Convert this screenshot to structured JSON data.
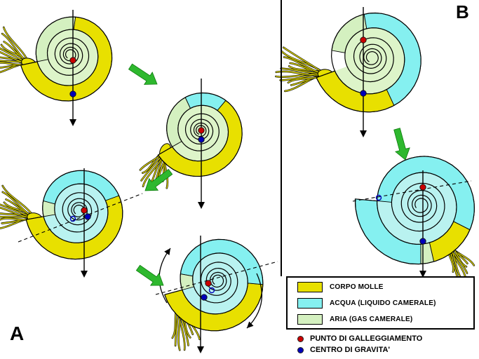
{
  "panel_a_label": "A",
  "panel_b_label": "B",
  "colors": {
    "soft_body_yellow": "#e8e000",
    "water_cyan": "#85f0f0",
    "gas_green": "#d4f0c0",
    "inner_green": "#ddf4c9",
    "inner_cyan": "#b9f2f0",
    "float_red": "#cc0000",
    "gravity_blue": "#0000bb",
    "arrow_green": "#2eb82e",
    "outline_black": "#000000"
  },
  "legend": {
    "items": [
      {
        "label": "CORPO MOLLE"
      },
      {
        "label": "ACQUA (LIQUIDO CAMERALE)"
      },
      {
        "label": "ARIA (GAS CAMERALE)"
      }
    ],
    "markers": [
      {
        "label": "PUNTO DI GALLEGGIAMENTO"
      },
      {
        "label": "CENTRO DI GRAVITA'"
      }
    ]
  }
}
